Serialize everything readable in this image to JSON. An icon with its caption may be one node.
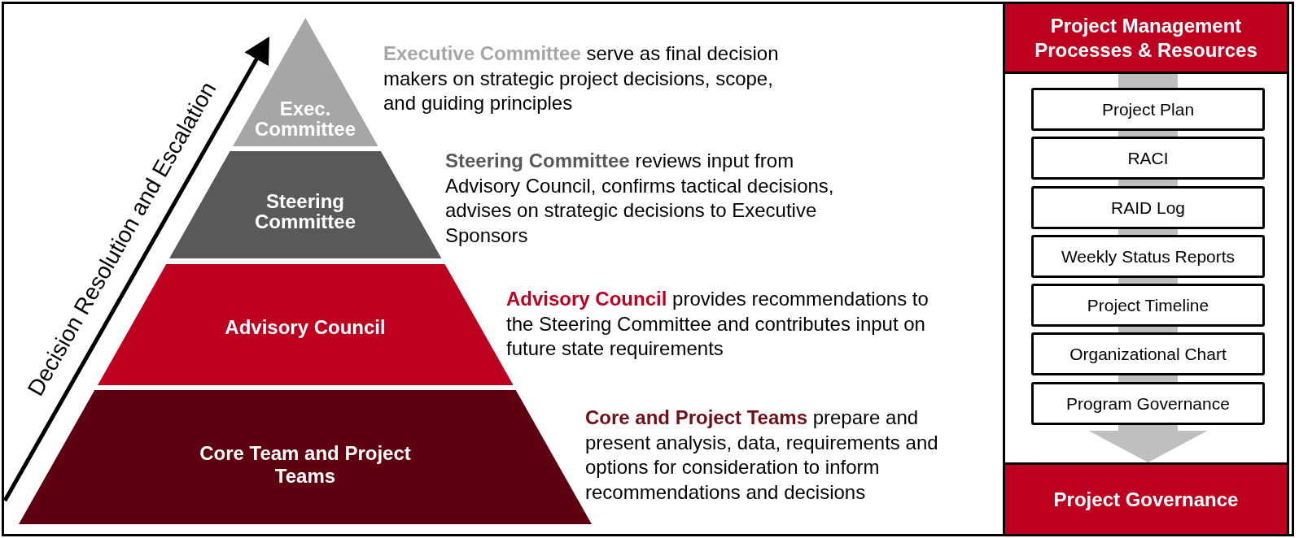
{
  "diagram": {
    "nodes": [
      {
        "text": [
          "Exec. Committee"
        ],
        "beside": [
          "**Executive Committee** serve as final decision makers on strategic project decisions, scope, and guiding principles"
        ]
      },
      {
        "text": [
          "Steering Committee"
        ],
        "beside": [
          "**Steering Committee** reviews input from Advisory Council, confirms tactical decisions, advises on strategic decisions to Executive Sponsors"
        ]
      },
      {
        "text": [
          "Advisory Council"
        ],
        "beside": [
          "**Advisory Council** provides recommendations to the Steering Committee and contributes input on future state requirements"
        ]
      },
      {
        "text": [
          "Core Team and Project Teams"
        ],
        "beside": [
          "**Core and Project Teams** prepare and present analysis, data, requirements and options for consideration to inform recommendations and decisions"
        ]
      },
      {
        "text": [
          "Project Management Processes & Resources"
        ]
      },
      {
        "text": [
          "Project Plan"
        ]
      },
      {
        "text": [
          "RACI"
        ]
      },
      {
        "text": [
          "RAID Log"
        ]
      },
      {
        "text": [
          "Weekly Status Reports"
        ]
      },
      {
        "text": [
          "Project Timeline"
        ]
      },
      {
        "text": [
          "Organizational Chart"
        ]
      },
      {
        "text": [
          "Program Governance"
        ]
      },
      {
        "text": [
          "Project Governance"
        ]
      }
    ],
    "edges": [
      {
        "from": 4,
        "to": 5,
        "arrow": "none"
      },
      {
        "from": 5,
        "to": 6,
        "arrow": "none"
      },
      {
        "from": 6,
        "to": 7,
        "arrow": "none"
      },
      {
        "from": 7,
        "to": 8,
        "arrow": "none"
      },
      {
        "from": 8,
        "to": 9,
        "arrow": "none"
      },
      {
        "from": 9,
        "to": 10,
        "arrow": "none"
      },
      {
        "from": 10,
        "to": 11,
        "arrow": "none"
      },
      {
        "from": 11,
        "to": 12,
        "arrow": "to"
      }
    ],
    "labels": [
      "Decision Resolution and Escalation"
    ]
  }
}
